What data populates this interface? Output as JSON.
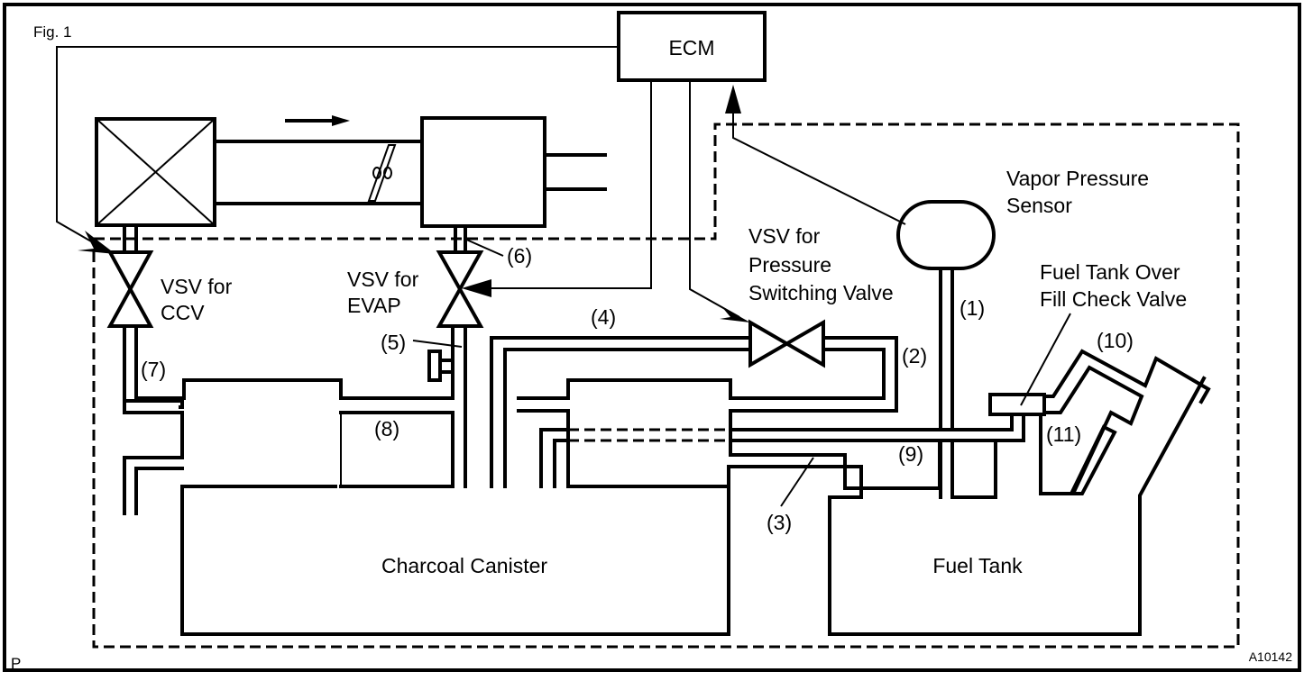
{
  "figure": {
    "title": "Fig. 1",
    "corner_mark": "P",
    "figure_code": "A10142"
  },
  "components": {
    "ecm": "ECM",
    "vsv_ccv": [
      "VSV for",
      "CCV"
    ],
    "vsv_evap": [
      "VSV for",
      "EVAP"
    ],
    "vsv_pressure": [
      "VSV for",
      "Pressure",
      "Switching Valve"
    ],
    "vapor_sensor": [
      "Vapor Pressure",
      "Sensor"
    ],
    "check_valve": [
      "Fuel Tank Over",
      "Fill Check Valve"
    ],
    "charcoal_canister": "Charcoal Canister",
    "fuel_tank": "Fuel Tank"
  },
  "callouts": {
    "c1": "(1)",
    "c2": "(2)",
    "c3": "(3)",
    "c4": "(4)",
    "c5": "(5)",
    "c6": "(6)",
    "c7": "(7)",
    "c8": "(8)",
    "c9": "(9)",
    "c10": "(10)",
    "c11": "(11)"
  }
}
